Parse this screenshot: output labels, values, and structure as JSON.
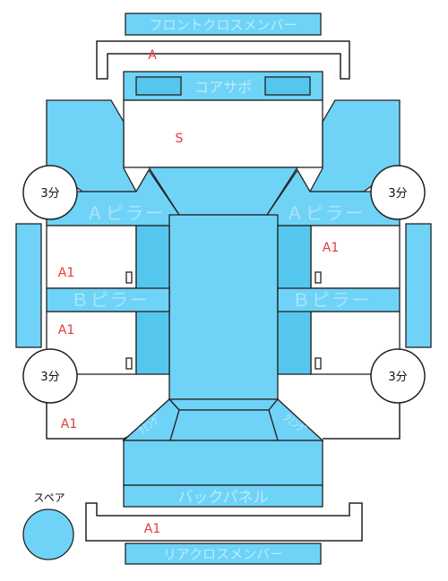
{
  "parts": {
    "front_cross_member": "フロントクロスメンバー",
    "core_support": "コアサポ",
    "a_pillar_left": "Ａピラー",
    "a_pillar_right": "Ａピラー",
    "b_pillar_left": "Ｂピラー",
    "b_pillar_right": "Ｂピラー",
    "back_panel": "バックパネル",
    "rear_cross_member": "リアクロスメンバー",
    "wheelhouse_left": "ｸﾐﾝｸﾞ",
    "wheelhouse_right": "ｸﾐﾝｸﾞ"
  },
  "grades": {
    "front": "A",
    "core_area": "S",
    "right_upper": "A1",
    "left_upper": "A1",
    "left_lower": "A1",
    "left_rear": "A1",
    "rear": "A1"
  },
  "wheels": {
    "front_left": "3分",
    "front_right": "3分",
    "rear_left": "3分",
    "rear_right": "3分"
  },
  "spare": {
    "label": "スペア"
  },
  "colors": {
    "panel_fill": "#6fd3f7",
    "outline": "#222222",
    "grade_text": "#e33b3b"
  }
}
